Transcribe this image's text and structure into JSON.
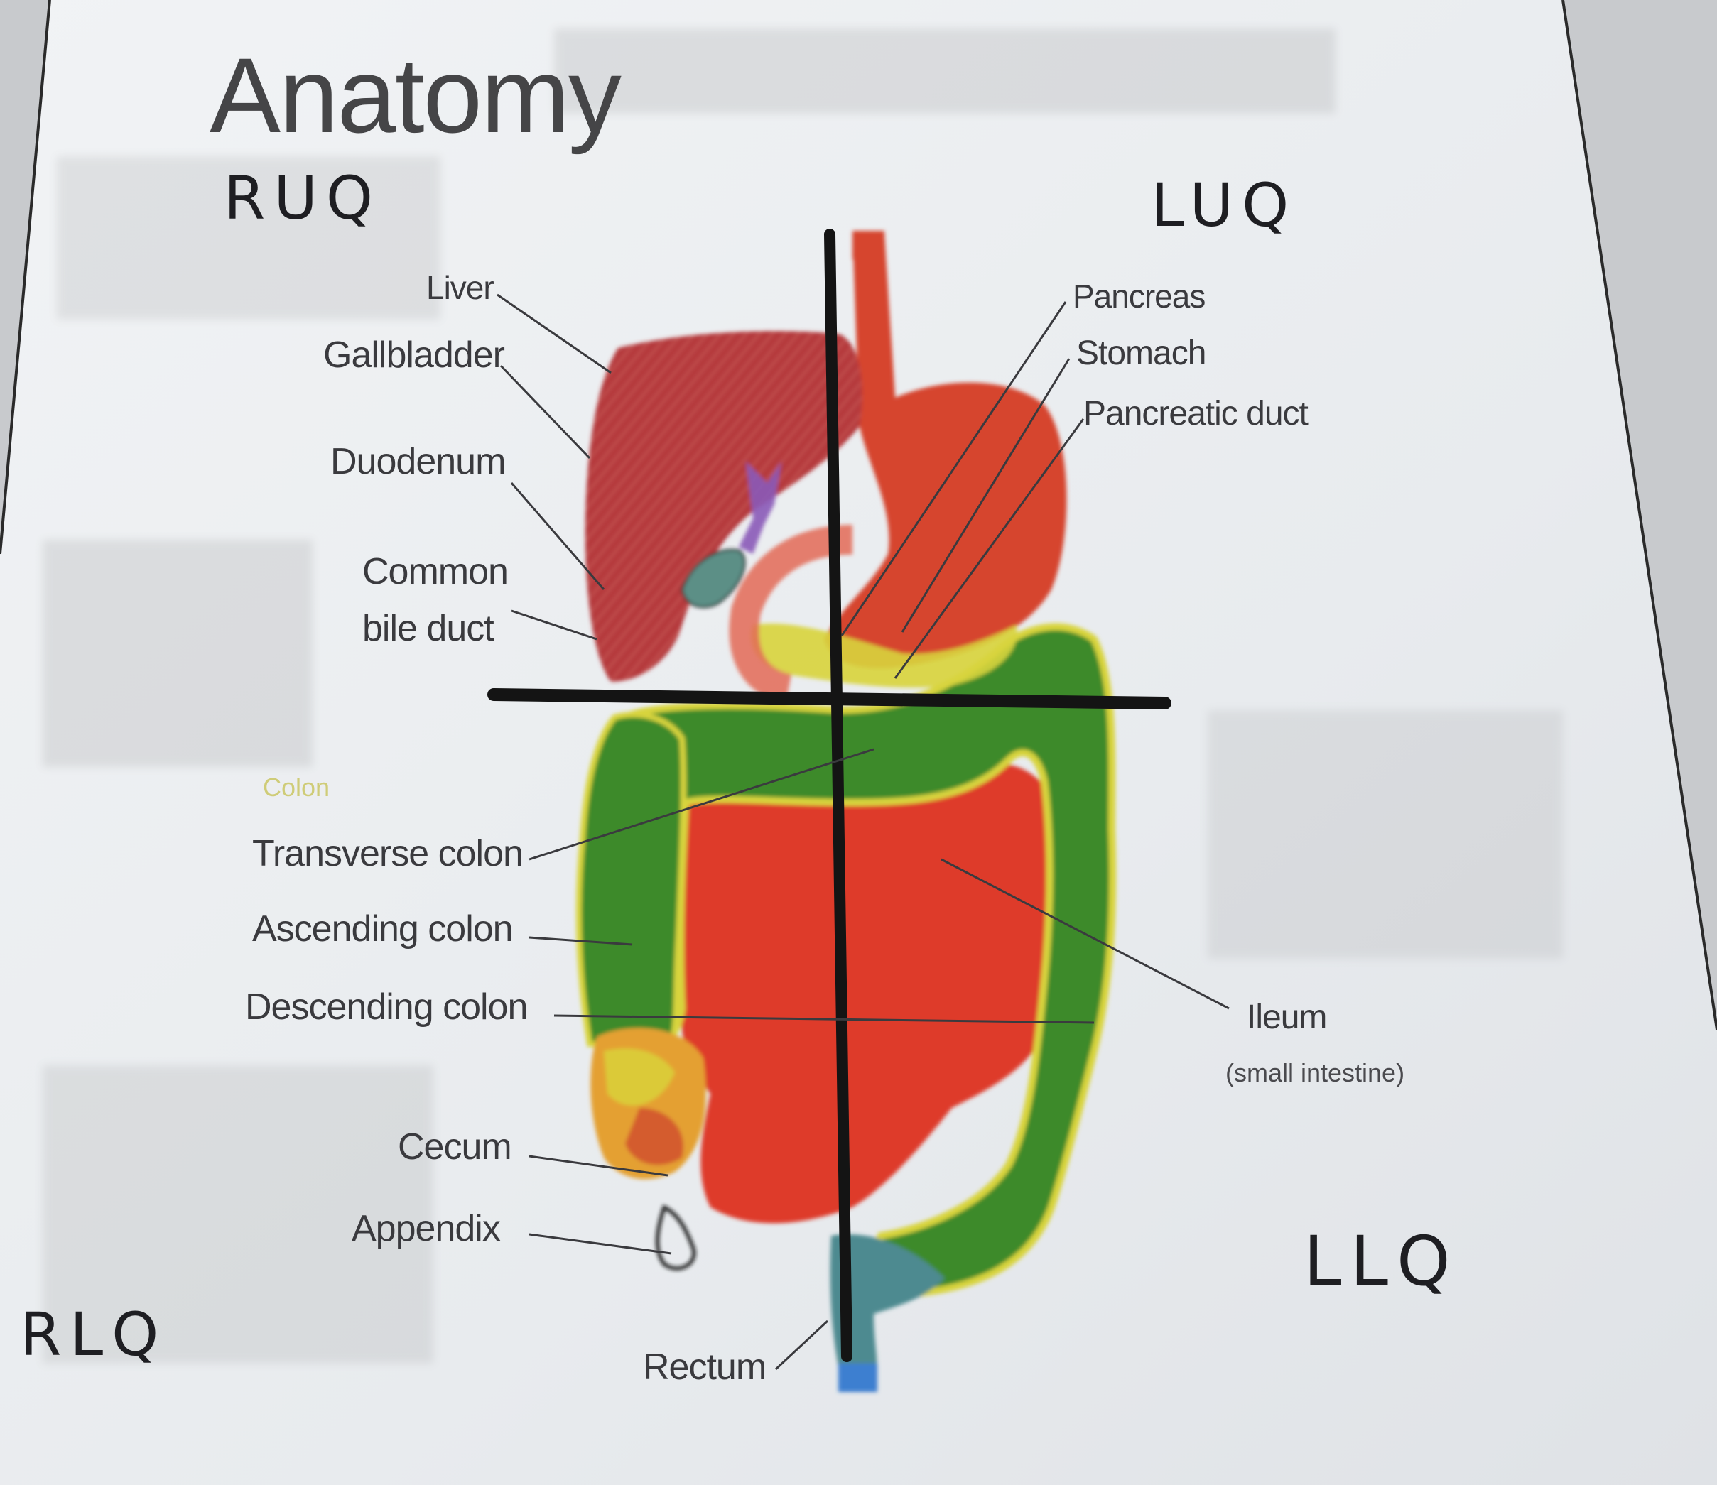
{
  "title": "Anatomy",
  "quadrants": {
    "ruq": "RUQ",
    "luq": "LUQ",
    "rlq": "RLQ",
    "llq": "LLQ"
  },
  "labels": {
    "liver": "Liver",
    "gallbladder": "Gallbladder",
    "duodenum": "Duodenum",
    "common_bile_duct_line1": "Common",
    "common_bile_duct_line2": "bile duct",
    "colon": "Colon",
    "transverse_colon": "Transverse colon",
    "ascending_colon": "Ascending colon",
    "descending_colon": "Descending colon",
    "cecum": "Cecum",
    "appendix": "Appendix",
    "rectum": "Rectum",
    "pancreas": "Pancreas",
    "stomach": "Stomach",
    "pancreatic_duct": "Pancreatic duct",
    "ileum": "Ileum",
    "ileum_note": "(small intestine)"
  },
  "colors": {
    "paper": "#eceff2",
    "liver": "#b8393b",
    "stomach": "#d6452f",
    "small_intestine": "#de3b2a",
    "colon": "#3d8a2c",
    "colon_edge": "#d8d43c",
    "rectum": "#4d8a90",
    "gallbladder": "#5b8f86",
    "bile_duct": "#8a5ab8",
    "quadrant_lines": "#141414",
    "label_text": "#3a3a3e"
  }
}
